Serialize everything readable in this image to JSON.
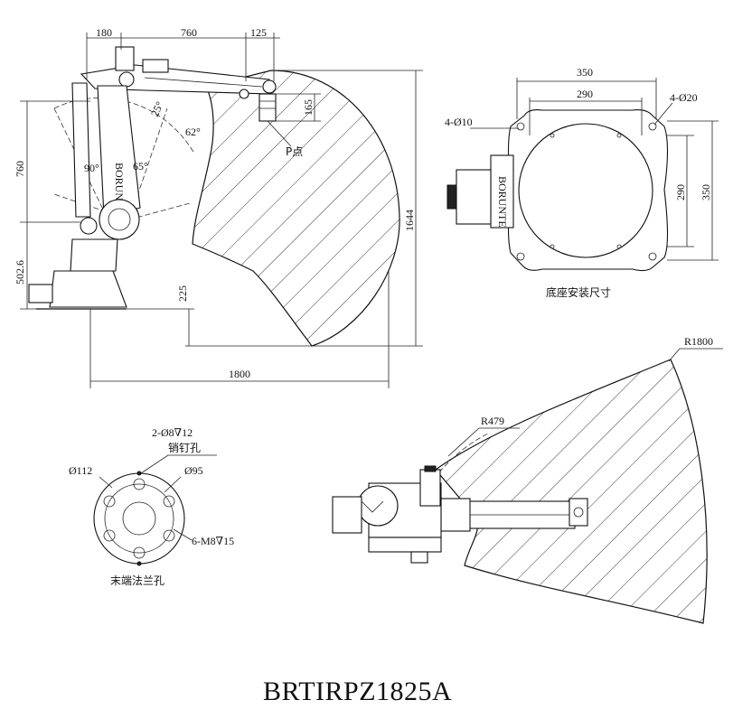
{
  "model": "BRTIRPZ1825A",
  "side_view": {
    "dims_top": [
      "180",
      "760",
      "125"
    ],
    "dim_165": "165",
    "angle_25": "25°",
    "angle_62": "62°",
    "angle_90": "90°",
    "angle_65": "65°",
    "p_point": "P点",
    "dim_760": "760",
    "dim_502": "502.6",
    "dim_225": "225",
    "dim_1644": "1644",
    "dim_1800": "1800",
    "logo": "BORUNTE"
  },
  "base_view": {
    "dim_350_top": "350",
    "dim_290_top": "290",
    "hole_10": "4-Ø10",
    "hole_20": "4-Ø20",
    "dim_290_side": "290",
    "dim_350_side": "350",
    "caption": "底座安装尺寸",
    "logo": "BORUNTE"
  },
  "flange_view": {
    "pin_spec": "2-Ø8",
    "pin_depth": "12",
    "pin_label": "销钉孔",
    "dia_112": "Ø112",
    "dia_95": "Ø95",
    "thread_spec": "6-M8",
    "thread_depth": "15",
    "caption": "末端法兰孔"
  },
  "top_view": {
    "r_1800": "R1800",
    "r_479": "R479"
  }
}
